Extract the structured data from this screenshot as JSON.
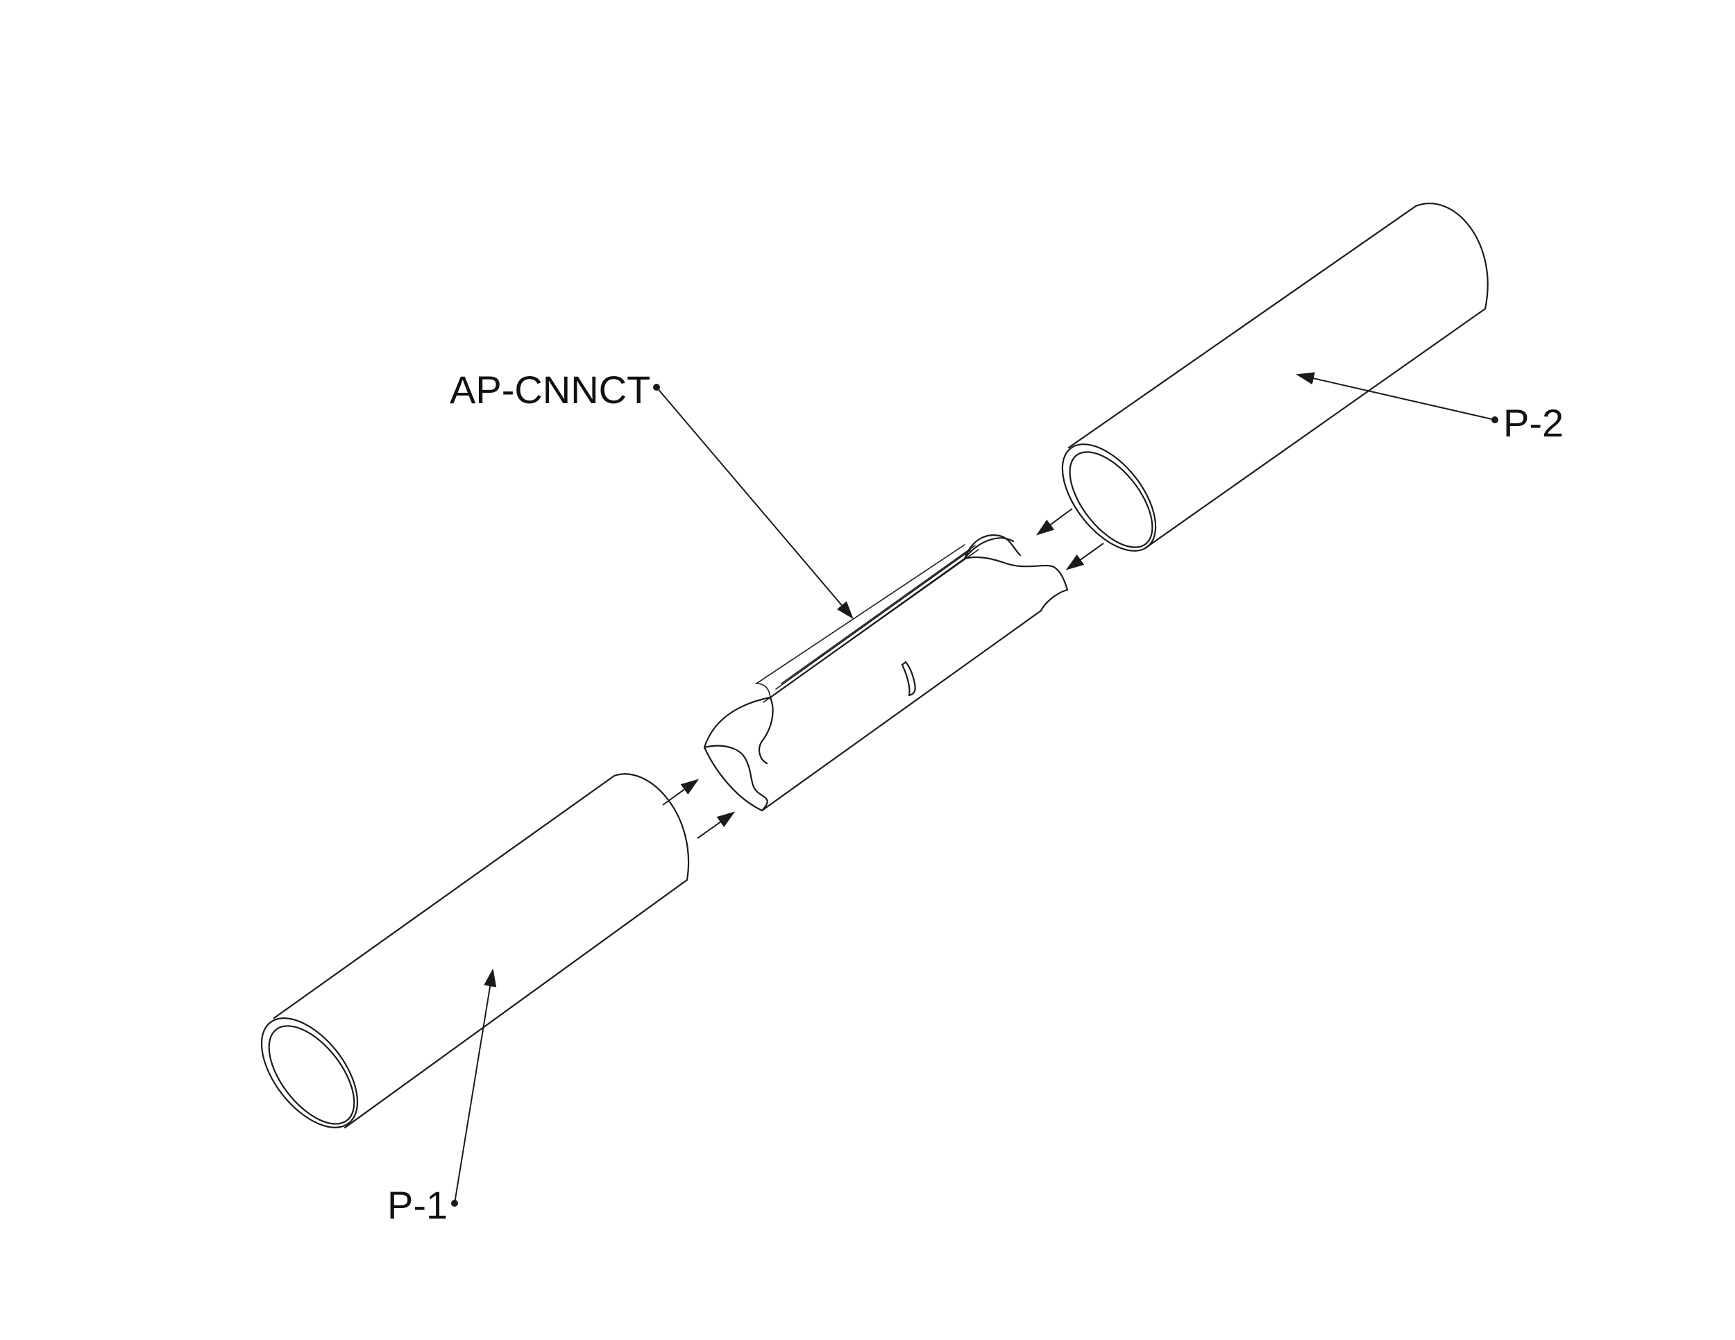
{
  "diagram": {
    "labels": {
      "connector": "AP-CNNCT",
      "pipe_upper": "P-2",
      "pipe_lower": "P-1"
    },
    "colors": {
      "line": "#1a1a1a",
      "background": "#ffffff"
    }
  }
}
